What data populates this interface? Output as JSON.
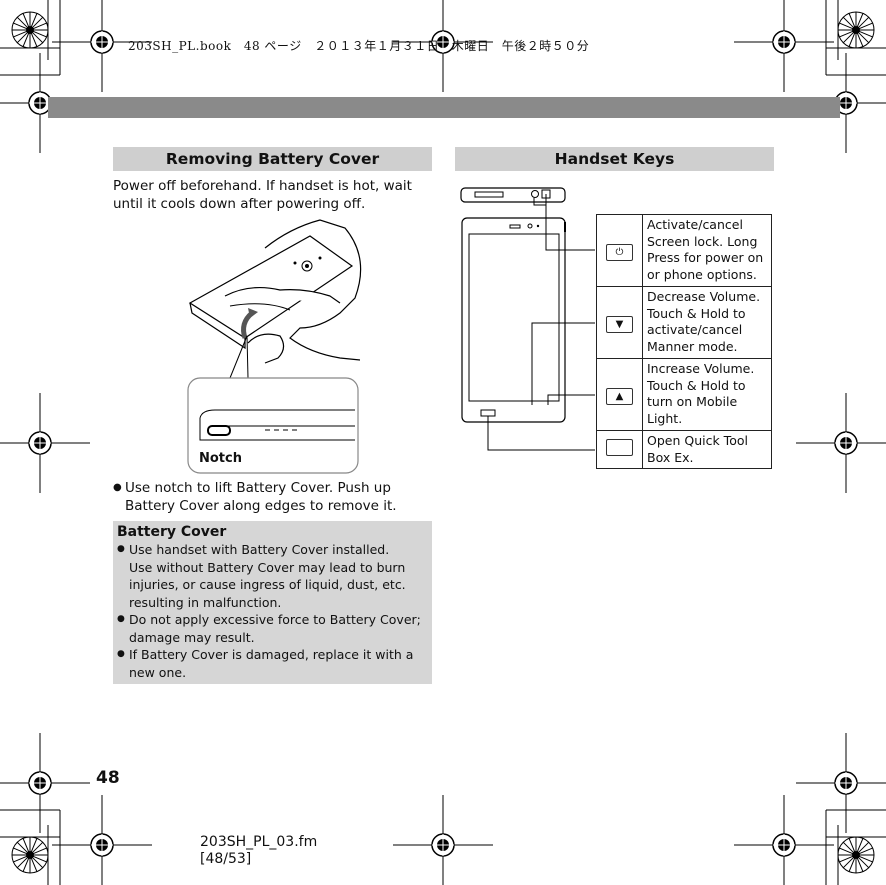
{
  "header": {
    "text": "203SH_PL.book　48 ページ　２０１３年１月３１日　木曜日　午後２時５０分"
  },
  "left": {
    "heading": "Removing Battery Cover",
    "intro": [
      "Power off beforehand. If handset is hot, wait",
      "until it cools down after powering off."
    ],
    "figure_label": "Notch",
    "step": [
      "Use notch to lift Battery Cover. Push up",
      "Battery Cover along edges to remove it."
    ],
    "note": {
      "title": "Battery Cover",
      "items": [
        [
          "Use handset with Battery Cover installed.",
          "Use without Battery Cover may lead to burn",
          "injuries, or cause ingress of liquid, dust, etc.",
          "resulting in malfunction."
        ],
        [
          "Do not apply excessive force to Battery Cover;",
          "damage may result."
        ],
        [
          "If Battery Cover is damaged, replace it with a",
          "new one."
        ]
      ]
    }
  },
  "right": {
    "heading": "Handset Keys",
    "keys": [
      {
        "icon": "power-icon",
        "symbol": "⏻",
        "desc": [
          "Activate/cancel",
          "Screen lock. Long",
          "Press for power on",
          "or phone options."
        ]
      },
      {
        "icon": "volume-down-icon",
        "symbol": "▼",
        "desc": [
          "Decrease Volume.",
          "Touch & Hold to",
          "activate/cancel",
          "Manner mode."
        ]
      },
      {
        "icon": "volume-up-icon",
        "symbol": "▲",
        "desc": [
          "Increase Volume.",
          "Touch & Hold to",
          "turn on Mobile",
          "Light."
        ]
      },
      {
        "icon": "quick-tool-key-icon",
        "symbol": "",
        "desc": [
          "Open Quick Tool",
          "Box Ex."
        ]
      }
    ]
  },
  "page_number": "48",
  "footer": {
    "file": "203SH_PL_03.fm",
    "pages": "[48/53]"
  }
}
